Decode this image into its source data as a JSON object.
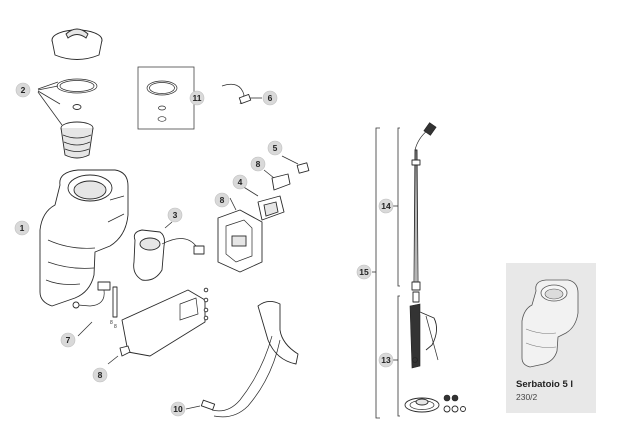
{
  "callouts": {
    "c1": "1",
    "c2": "2",
    "c3": "3",
    "c4": "4",
    "c5": "5",
    "c6": "6",
    "c7": "7",
    "c8a": "8",
    "c8b": "8",
    "c8c": "8",
    "c8d": "8",
    "c10": "10",
    "c11": "11",
    "c13": "13",
    "c14": "14",
    "c15": "15"
  },
  "product": {
    "name": "Serbatoio 5 l",
    "code": "230/2"
  }
}
